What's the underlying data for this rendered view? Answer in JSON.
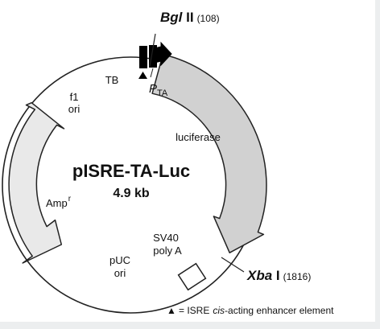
{
  "plasmid": {
    "name": "pISRE-TA-Luc",
    "size": "4.9 kb"
  },
  "features": {
    "tb": "TB",
    "f1": "f1",
    "f1_ori": "ori",
    "promoter_p": "P",
    "promoter_sub": "TA",
    "luciferase": "luciferase",
    "amp": "Amp",
    "amp_sup": "r",
    "sv40": "SV40",
    "sv40_polya": "poly A",
    "puc": "pUC",
    "puc_ori": "ori"
  },
  "sites": {
    "bgl_name": "Bgl",
    "bgl_roman": " II",
    "bgl_pos": "(108)",
    "xba_name": "Xba",
    "xba_roman": " I",
    "xba_pos": "(1816)"
  },
  "legend": {
    "symbol": "▲",
    "eq": "= ISRE",
    "cis": "cis",
    "rest": "-acting enhancer element"
  },
  "colors": {
    "panel": "#ffffff",
    "backdrop": "#eceeef",
    "backbone": "#222222",
    "luciferase_arrow": "#d1d1d1",
    "amp_arrow": "#e9e9e9",
    "enhancer": "#000000"
  }
}
